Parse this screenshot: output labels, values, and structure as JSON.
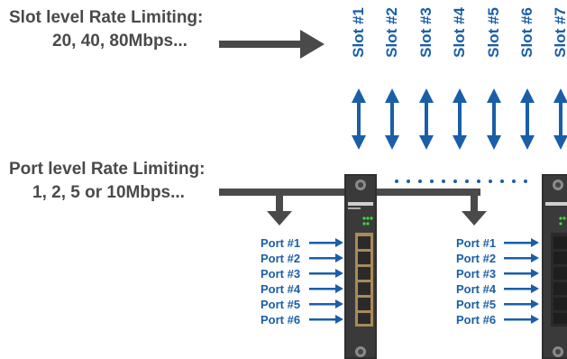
{
  "slot_rate": {
    "line1": "Slot level Rate Limiting:",
    "line2": "20, 40, 80Mbps..."
  },
  "port_rate": {
    "line1": "Port level Rate Limiting:",
    "line2": "1, 2, 5 or 10Mbps..."
  },
  "slots": [
    "Slot #1",
    "Slot #2",
    "Slot #3",
    "Slot #4",
    "Slot #5",
    "Slot #6",
    "Slot #7"
  ],
  "ports_left": [
    "Port #1",
    "Port #2",
    "Port #3",
    "Port #4",
    "Port #5",
    "Port #6"
  ],
  "ports_right": [
    "Port #1",
    "Port #2",
    "Port #3",
    "Port #4",
    "Port #5",
    "Port #6"
  ],
  "colors": {
    "accent_blue": "#1a5ea8",
    "dark_gray": "#4a4a4a",
    "module_dark": "#2e2e2e"
  },
  "icons": [
    "right-arrow-icon",
    "double-arrow-icon",
    "down-arrow-icon",
    "network-module-image"
  ]
}
